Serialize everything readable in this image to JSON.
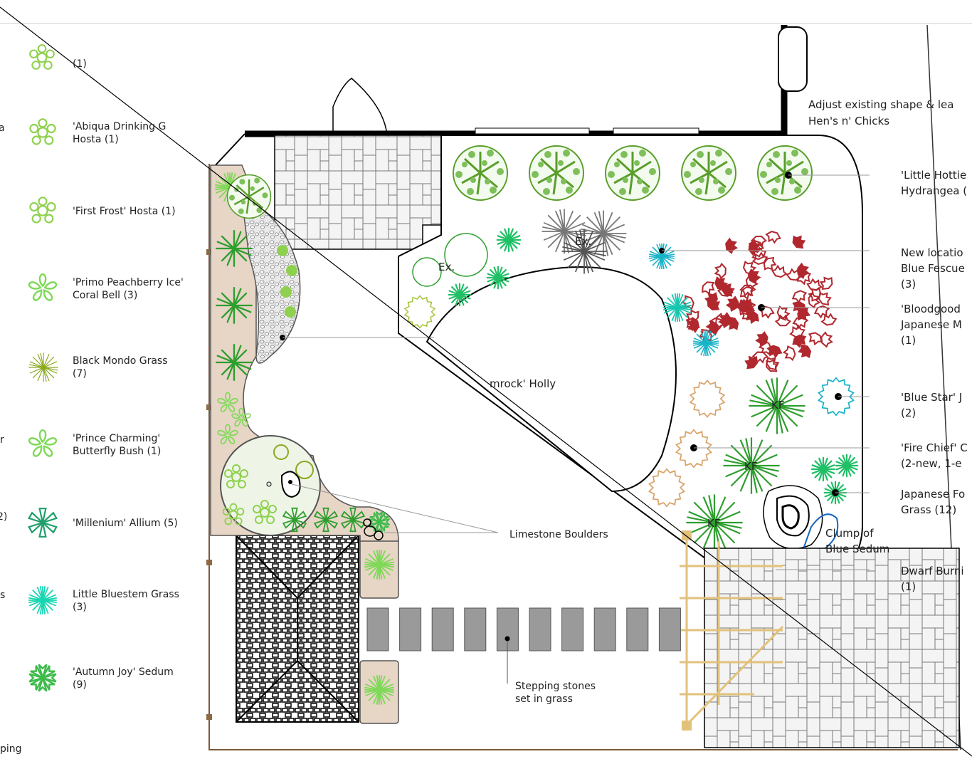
{
  "legend": {
    "top_partial": "(1)",
    "items": [
      {
        "lines": [
          "'Abiqua Drinking G",
          "Hosta (1)"
        ]
      },
      {
        "lines": [
          "'First Frost' Hosta (1)"
        ]
      },
      {
        "lines": [
          "'Primo Peachberry Ice'",
          "Coral Bell (3)"
        ]
      },
      {
        "lines": [
          "Black Mondo Grass",
          "(7)"
        ]
      },
      {
        "lines": [
          "'Prince Charming'",
          "Butterfly Bush (1)"
        ]
      },
      {
        "lines": [
          "'Millenium' Allium (5)"
        ]
      },
      {
        "lines": [
          "Little Bluestem Grass",
          "(3)"
        ]
      },
      {
        "lines": [
          "'Autumn Joy' Sedum",
          "(9)"
        ]
      }
    ],
    "edge_fragments": [
      "a",
      "r",
      "2)",
      "s",
      "ping"
    ]
  },
  "labels": {
    "adjust_line1": "Adjust existing shape & lea",
    "adjust_line2": "Hen's n' Chicks",
    "hydrangea_1": "'Little Hottie",
    "hydrangea_2": "Hydrangea (",
    "fescue_1": "New locatio",
    "fescue_2": "Blue Fescue",
    "fescue_3": "(3)",
    "maple_1": "'Bloodgood",
    "maple_2": "Japanese M",
    "maple_3": "(1)",
    "bluestar_1": "'Blue Star' J",
    "bluestar_2": "(2)",
    "firechief_1": "'Fire Chief' C",
    "firechief_2": "(2-new, 1-e",
    "forest_1": "Japanese Fo",
    "forest_2": "Grass (12)",
    "burning_1": "Dwarf Burni",
    "burning_2": "(1)",
    "sedum_1": "Clump of",
    "sedum_2": "Blue Sedum",
    "holly": "mrock' Holly",
    "boulders": "Limestone Boulders",
    "stepping_1": "Stepping stones",
    "stepping_2": "set in grass",
    "ex1": "Ex.",
    "ex2": "Ex.",
    "kf1": "KF",
    "kf2": "KF",
    "kf3": "KF"
  },
  "colors": {
    "hosta": "#8fd14f",
    "coral_bell": "#7ed957",
    "mondo": "#8aa81e",
    "allium": "#1f9e6a",
    "bluestem": "#17d6b0",
    "sedum": "#3dbb4a",
    "hydrangea": "#5a9e2a",
    "maple": "#b0282e",
    "fescue": "#19b3c7",
    "fire_chief": "#d9a36a",
    "forest_grass": "#2e9e2e",
    "bed": "#e7d5c6",
    "paver": "#f2f2f2",
    "stepping": "#9a9a9a",
    "pergola": "#e2c27b"
  }
}
